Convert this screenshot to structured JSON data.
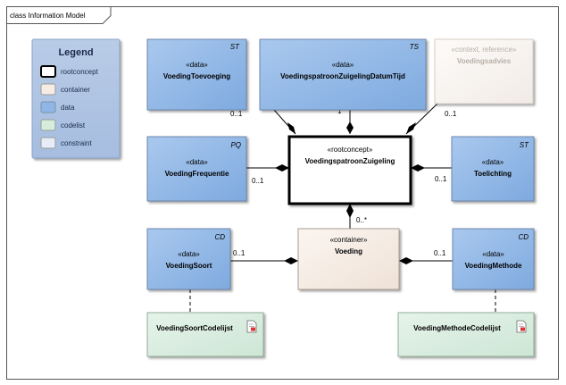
{
  "frame": {
    "title": "class Information Model"
  },
  "legend": {
    "title": "Legend",
    "items": [
      {
        "label": "rootconcept",
        "color": "#ffffff"
      },
      {
        "label": "container",
        "color": "#f6ece4"
      },
      {
        "label": "data",
        "color": "#8fb6e4"
      },
      {
        "label": "codelist",
        "color": "#d6ecdc"
      },
      {
        "label": "constraint",
        "color": "#e6edf6"
      }
    ]
  },
  "nodes": {
    "voeding_toevoeging": {
      "tag": "ST",
      "stereotype": "«data»",
      "name": "VoedingToevoeging"
    },
    "datum_tijd": {
      "tag": "TS",
      "stereotype": "«data»",
      "name": "VoedingspatroonZuigelingDatumTijd"
    },
    "voedingsadvies": {
      "stereotype": "«context, reference»",
      "name": "Voedingsadvies"
    },
    "frequentie": {
      "tag": "PQ",
      "stereotype": "«data»",
      "name": "VoedingFrequentie"
    },
    "root": {
      "stereotype": "«rootconcept»",
      "name": "VoedingspatroonZuigeling"
    },
    "toelichting": {
      "tag": "ST",
      "stereotype": "«data»",
      "name": "Toelichting"
    },
    "soort": {
      "tag": "CD",
      "stereotype": "«data»",
      "name": "VoedingSoort"
    },
    "voeding": {
      "stereotype": "«container»",
      "name": "Voeding"
    },
    "methode": {
      "tag": "CD",
      "stereotype": "«data»",
      "name": "VoedingMethode"
    },
    "soort_codelijst": {
      "name": "VoedingSoortCodelijst"
    },
    "methode_codelijst": {
      "name": "VoedingMethodeCodelijst"
    }
  },
  "multiplicities": {
    "toevoeging": "0..1",
    "datum_tijd": "1",
    "voedingsadvies": "0..1",
    "frequentie": "0..1",
    "toelichting": "0..1",
    "voeding": "0..*",
    "soort": "0..1",
    "methode": "0..1"
  }
}
